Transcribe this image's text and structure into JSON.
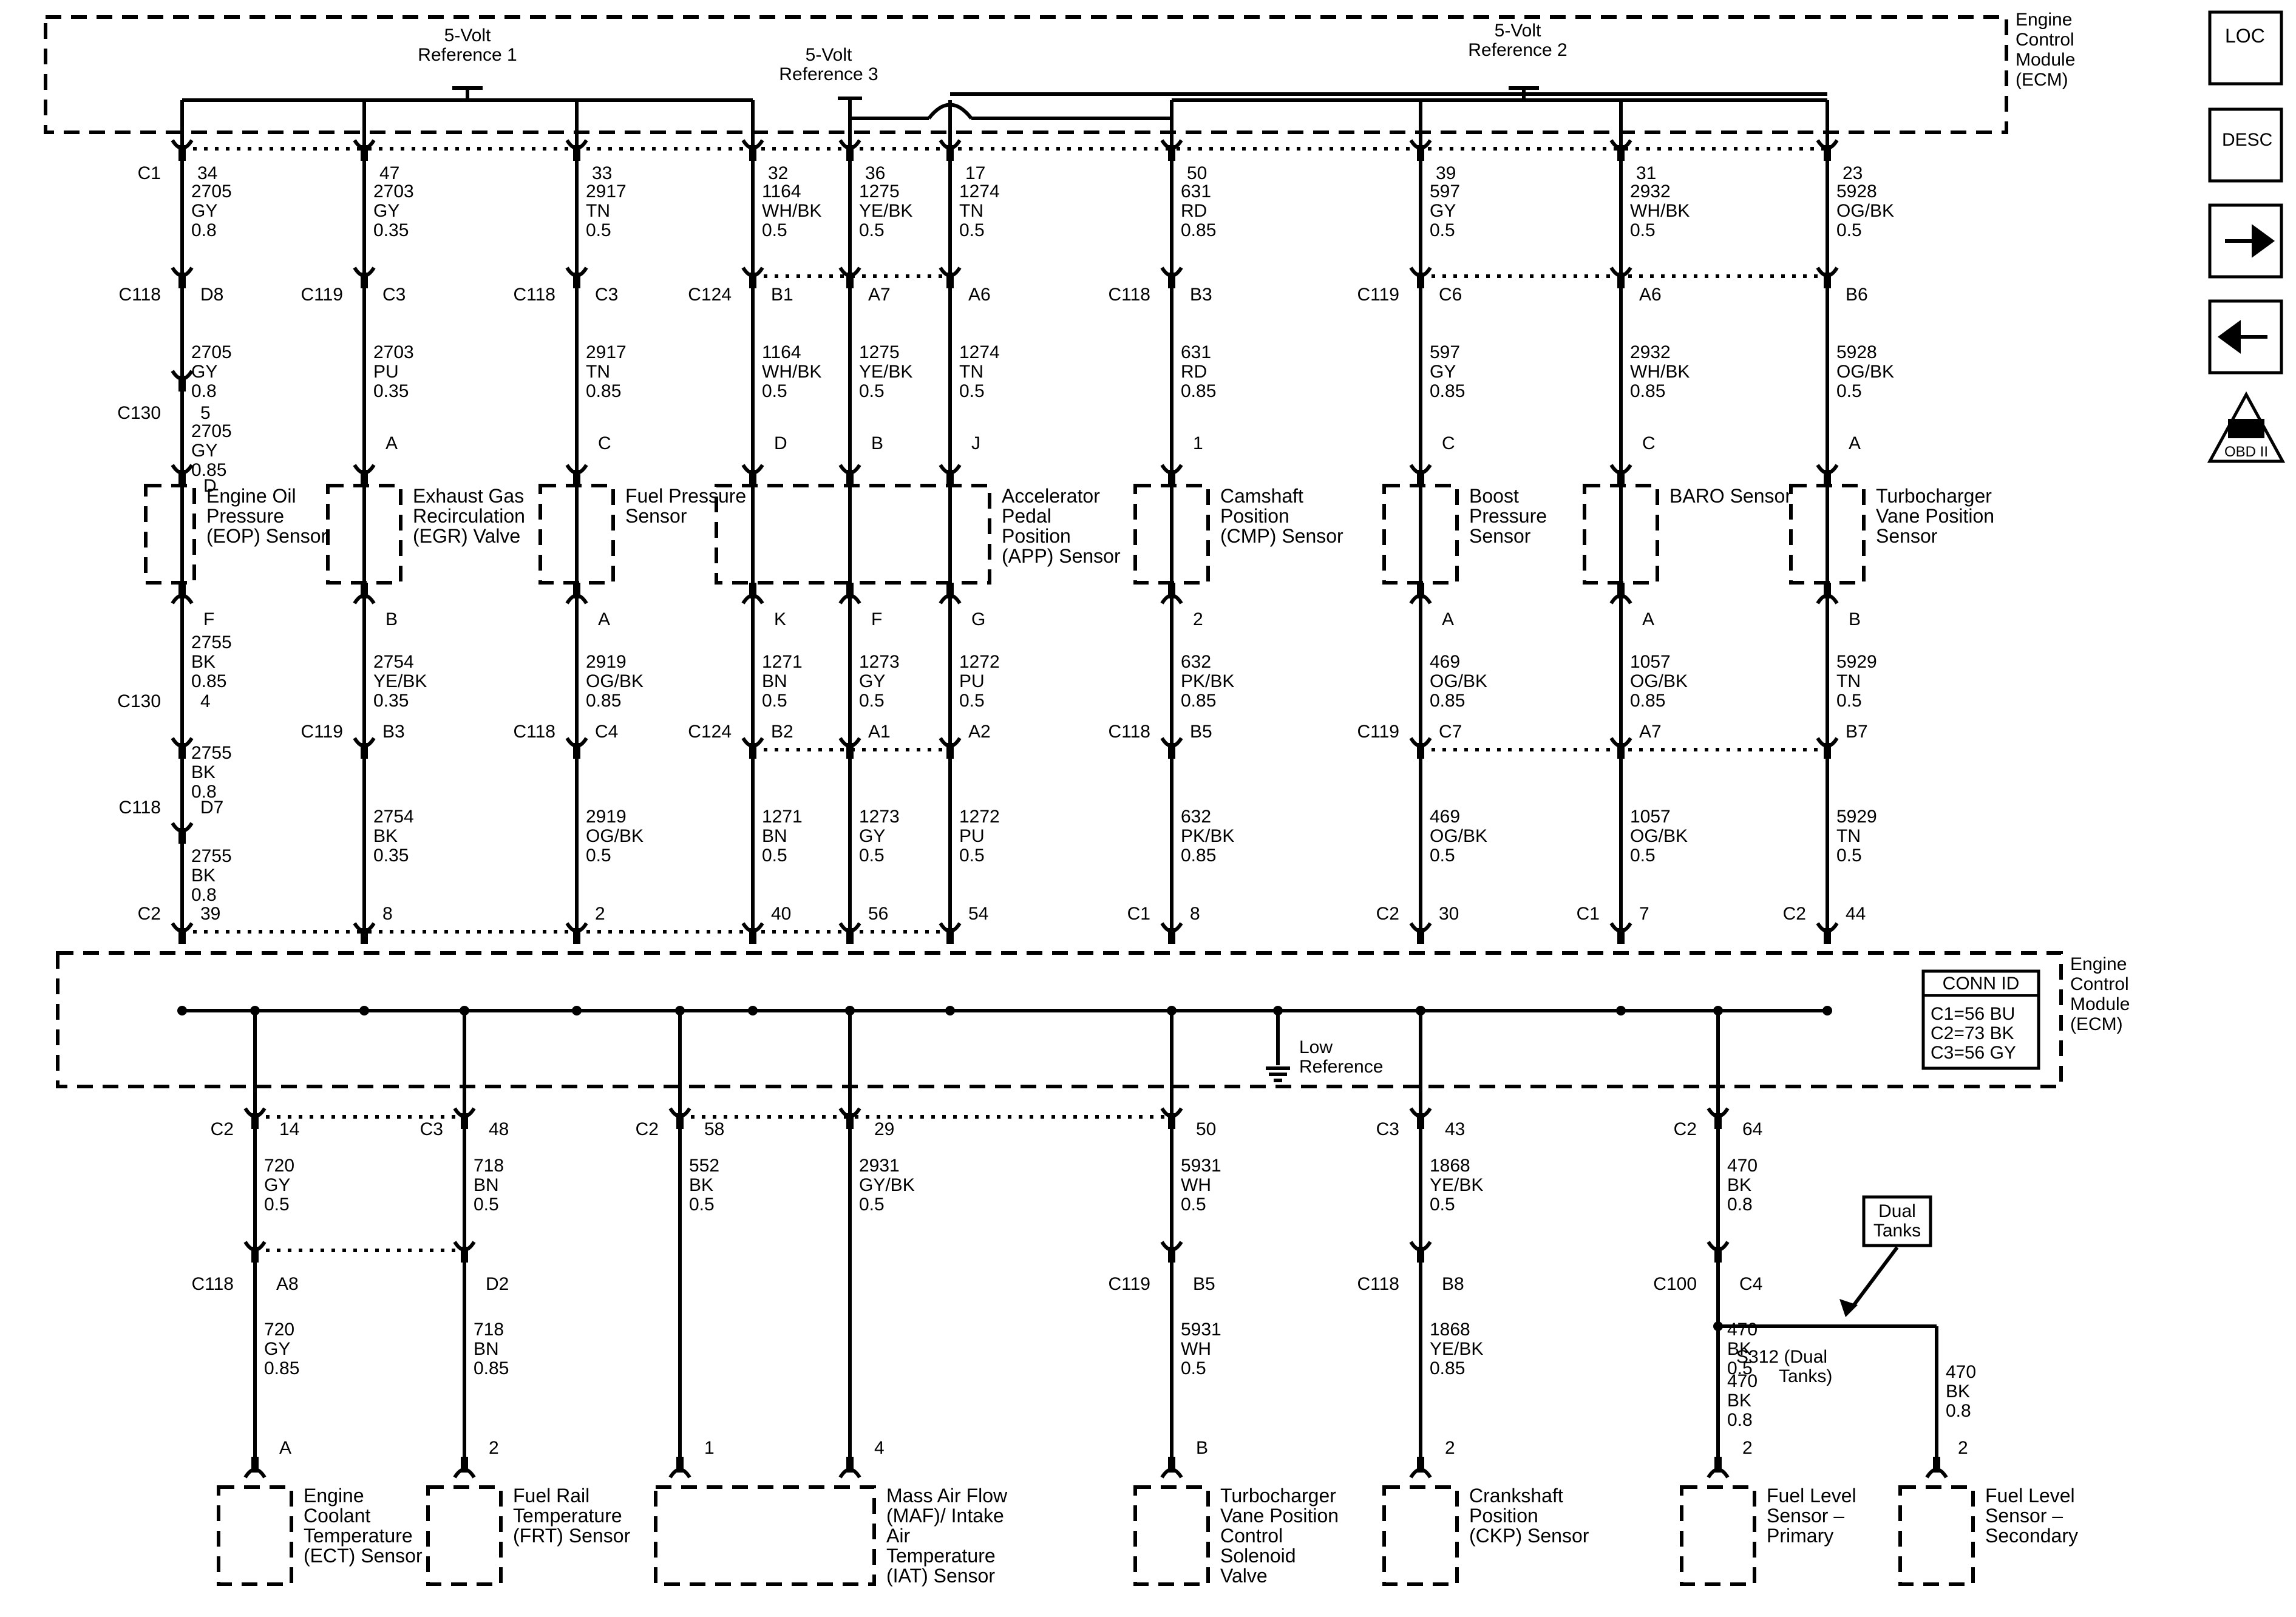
{
  "ecm": {
    "top_label": "Engine Control Module (ECM)",
    "bottom_label": "Engine Control Module (ECM)"
  },
  "references": {
    "ref1": "5-Volt Reference 1",
    "ref2": "5-Volt Reference 2",
    "ref3": "5-Volt Reference 3",
    "low": "Low Reference"
  },
  "conn_id": {
    "title": "CONN ID",
    "c1": "C1=56 BU",
    "c2": "C2=73 BK",
    "c3": "C3=56 GY"
  },
  "nav": {
    "loc": "LOC",
    "desc": "DESC",
    "obd": "OBD II"
  },
  "top_columns": [
    {
      "c_top": "C1",
      "p_top": "34",
      "w1": [
        "2705",
        "GY",
        "0.8"
      ],
      "c_mid": "C118",
      "p_mid": "D8",
      "w2": [
        "2705",
        "GY",
        "0.8"
      ],
      "c_low": "C130",
      "p_low": "5",
      "w3": [
        "2705",
        "GY",
        "0.85"
      ],
      "pin_a": "D",
      "component": "Engine Oil Pressure (EOP) Sensor",
      "pin_b": "F",
      "w4": [
        "2755",
        "BK",
        "0.85"
      ],
      "c_b1": "C130",
      "p_b1": "4",
      "w5": [
        "2755",
        "BK",
        "0.8"
      ],
      "c_b2": "C118",
      "p_b2": "D7",
      "w6": [
        "2755",
        "BK",
        "0.8"
      ],
      "c_bot": "C2",
      "p_bot": "39"
    },
    {
      "p_top": "47",
      "w1": [
        "2703",
        "GY",
        "0.35"
      ],
      "c_mid": "C119",
      "p_mid": "C3",
      "w2": [
        "2703",
        "PU",
        "0.35"
      ],
      "pin_a": "A",
      "component": "Exhaust Gas Recirculation (EGR) Valve",
      "pin_b": "B",
      "w4": [
        "2754",
        "YE/BK",
        "0.35"
      ],
      "c_b1": "C119",
      "p_b1": "B3",
      "w5": [
        "2754",
        "BK",
        "0.35"
      ],
      "p_bot": "8"
    },
    {
      "p_top": "33",
      "w1": [
        "2917",
        "TN",
        "0.5"
      ],
      "c_mid": "C118",
      "p_mid": "C3",
      "w2": [
        "2917",
        "TN",
        "0.85"
      ],
      "pin_a": "C",
      "component": "Fuel Pressure Sensor",
      "pin_b": "A",
      "w4": [
        "2919",
        "OG/BK",
        "0.85"
      ],
      "c_b1": "C118",
      "p_b1": "C4",
      "w5": [
        "2919",
        "OG/BK",
        "0.5"
      ],
      "p_bot": "2"
    },
    {
      "p_top": "32",
      "w1": [
        "1164",
        "WH/BK",
        "0.5"
      ],
      "c_mid": "C124",
      "p_mid": "B1",
      "w2": [
        "1164",
        "WH/BK",
        "0.5"
      ],
      "pin_a": "D",
      "pin_b": "K",
      "w4": [
        "1271",
        "BN",
        "0.5"
      ],
      "c_b1": "C124",
      "p_b1": "B2",
      "w5": [
        "1271",
        "BN",
        "0.5"
      ],
      "p_bot": "40"
    },
    {
      "p_top": "36",
      "w1": [
        "1275",
        "YE/BK",
        "0.5"
      ],
      "p_mid": "A7",
      "w2": [
        "1275",
        "YE/BK",
        "0.5"
      ],
      "pin_a": "B",
      "pin_b": "F",
      "w4": [
        "1273",
        "GY",
        "0.5"
      ],
      "p_b1": "A1",
      "w5": [
        "1273",
        "GY",
        "0.5"
      ],
      "p_bot": "56"
    },
    {
      "p_top": "17",
      "w1": [
        "1274",
        "TN",
        "0.5"
      ],
      "p_mid": "A6",
      "w2": [
        "1274",
        "TN",
        "0.5"
      ],
      "pin_a": "J",
      "component": "Accelerator Pedal Position (APP) Sensor",
      "pin_b": "G",
      "w4": [
        "1272",
        "PU",
        "0.5"
      ],
      "p_b1": "A2",
      "w5": [
        "1272",
        "PU",
        "0.5"
      ],
      "p_bot": "54"
    },
    {
      "p_top": "50",
      "w1": [
        "631",
        "RD",
        "0.85"
      ],
      "c_mid": "C118",
      "p_mid": "B3",
      "w2": [
        "631",
        "RD",
        "0.85"
      ],
      "pin_a": "1",
      "component": "Camshaft Position (CMP) Sensor",
      "pin_b": "2",
      "w4": [
        "632",
        "PK/BK",
        "0.85"
      ],
      "c_b1": "C118",
      "p_b1": "B5",
      "w5": [
        "632",
        "PK/BK",
        "0.85"
      ],
      "c_bot": "C1",
      "p_bot": "8"
    },
    {
      "p_top": "39",
      "w1": [
        "597",
        "GY",
        "0.5"
      ],
      "c_mid": "C119",
      "p_mid": "C6",
      "w2": [
        "597",
        "GY",
        "0.85"
      ],
      "pin_a": "C",
      "component": "Boost Pressure Sensor",
      "pin_b": "A",
      "w4": [
        "469",
        "OG/BK",
        "0.85"
      ],
      "c_b1": "C119",
      "p_b1": "C7",
      "w5": [
        "469",
        "OG/BK",
        "0.5"
      ],
      "c_bot": "C2",
      "p_bot": "30"
    },
    {
      "p_top": "31",
      "w1": [
        "2932",
        "WH/BK",
        "0.5"
      ],
      "p_mid": "A6",
      "w2": [
        "2932",
        "WH/BK",
        "0.85"
      ],
      "pin_a": "C",
      "component": "BARO Sensor",
      "pin_b": "A",
      "w4": [
        "1057",
        "OG/BK",
        "0.85"
      ],
      "p_b1": "A7",
      "w5": [
        "1057",
        "OG/BK",
        "0.5"
      ],
      "c_bot": "C1",
      "p_bot": "7"
    },
    {
      "p_top": "23",
      "w1": [
        "5928",
        "OG/BK",
        "0.5"
      ],
      "p_mid": "B6",
      "w2": [
        "5928",
        "OG/BK",
        "0.5"
      ],
      "pin_a": "A",
      "component": "Turbocharger Vane Position Sensor",
      "pin_b": "B",
      "w4": [
        "5929",
        "TN",
        "0.5"
      ],
      "p_b1": "B7",
      "w5": [
        "5929",
        "TN",
        "0.5"
      ],
      "c_bot": "C2",
      "p_bot": "44"
    }
  ],
  "bottom_columns": [
    {
      "c_top": "C2",
      "p_top": "14",
      "w1": [
        "720",
        "GY",
        "0.5"
      ],
      "c_mid": "C118",
      "p_mid": "A8",
      "w2": [
        "720",
        "GY",
        "0.85"
      ],
      "pin": "A",
      "component": "Engine Coolant Temperature (ECT) Sensor"
    },
    {
      "c_top": "C3",
      "p_top": "48",
      "w1": [
        "718",
        "BN",
        "0.5"
      ],
      "p_mid": "D2",
      "w2": [
        "718",
        "BN",
        "0.85"
      ],
      "pin": "2",
      "component": "Fuel Rail Temperature (FRT) Sensor"
    },
    {
      "c_top": "C2",
      "p_top": "58",
      "w1": [
        "552",
        "BK",
        "0.5"
      ],
      "pin": "1"
    },
    {
      "p_top": "29",
      "w1": [
        "2931",
        "GY/BK",
        "0.5"
      ],
      "pin": "4",
      "component": "Mass Air Flow (MAF)/ Intake Air Temperature (IAT) Sensor"
    },
    {
      "p_top": "50",
      "w1": [
        "5931",
        "WH",
        "0.5"
      ],
      "c_mid": "C119",
      "p_mid": "B5",
      "w2": [
        "5931",
        "WH",
        "0.5"
      ],
      "pin": "B",
      "component": "Turbocharger Vane Position Control Solenoid Valve"
    },
    {
      "c_top": "C3",
      "p_top": "43",
      "w1": [
        "1868",
        "YE/BK",
        "0.5"
      ],
      "c_mid": "C118",
      "p_mid": "B8",
      "w2": [
        "1868",
        "YE/BK",
        "0.85"
      ],
      "pin": "2",
      "component": "Crankshaft Position (CKP) Sensor"
    },
    {
      "c_top": "C2",
      "p_top": "64",
      "w1": [
        "470",
        "BK",
        "0.8"
      ],
      "c_mid": "C100",
      "p_mid": "C4",
      "w2": [
        "470",
        "BK",
        "0.5"
      ],
      "splice": "S312 (Dual Tanks)",
      "w_primary": [
        "470",
        "BK",
        "0.8"
      ],
      "pin": "2",
      "component": "Fuel Level Sensor – Primary",
      "w_secondary": [
        "470",
        "BK",
        "0.8"
      ],
      "pin2": "2",
      "component2": "Fuel Level Sensor – Secondary",
      "callout": "Dual Tanks"
    }
  ]
}
